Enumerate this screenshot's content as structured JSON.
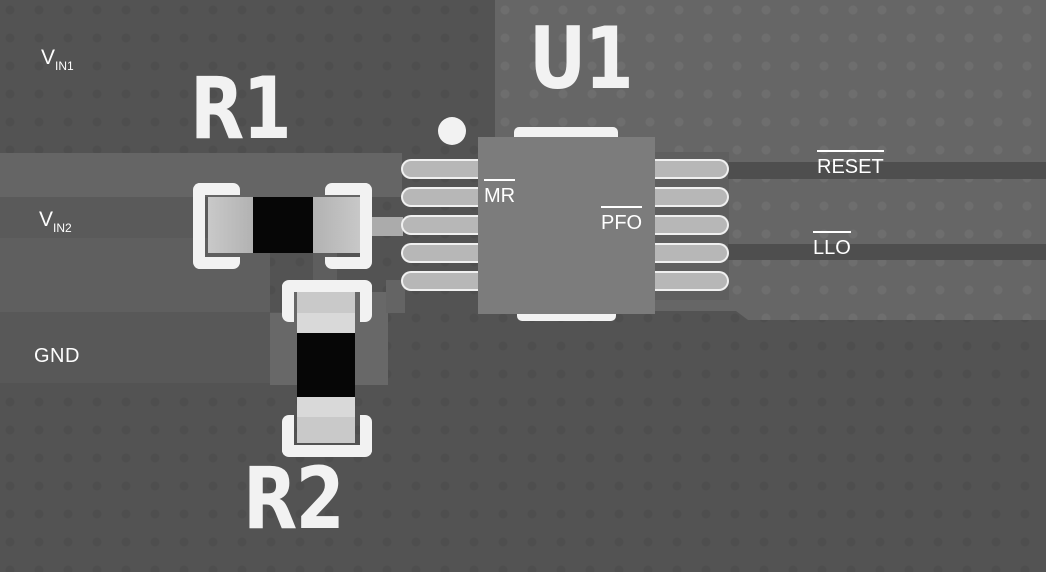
{
  "theme": {
    "base_bg": "#535353",
    "plane_bg": "#666666",
    "band_vin1": "#656565",
    "band_vin2": "#5a5a5a",
    "band_mid": "#5f5f5f",
    "band_gnd": "#585858",
    "pour_light": "#686868",
    "pour_tab": "#646464",
    "trace_dark": "#4e4e4e",
    "trace_mid": "#5e5e5e",
    "stub_light": "#ababab",
    "pin_gap": "#5f5f5f",
    "ic_body": "#7c7c7c",
    "pin_fill": "#b7b7b7",
    "pin_outline": "#f0f0f0",
    "pad_outer": "#c9c9c9",
    "pad_inner": "#b2b2b2",
    "pad_bright": "#d9d9d9",
    "component_body": "#060606",
    "silkscreen": "#f2f2f2"
  },
  "board": {
    "net_labels": {
      "vin1": {
        "base": "V",
        "sub": "IN1"
      },
      "vin2": {
        "base": "V",
        "sub": "IN2"
      },
      "gnd": "GND"
    },
    "pin_labels": {
      "mr": "MR",
      "pfo": "PFO",
      "reset": "RESET",
      "llo": "LLO"
    },
    "reference_designators": {
      "u1": "U1",
      "r1": "R1",
      "r2": "R2"
    }
  }
}
